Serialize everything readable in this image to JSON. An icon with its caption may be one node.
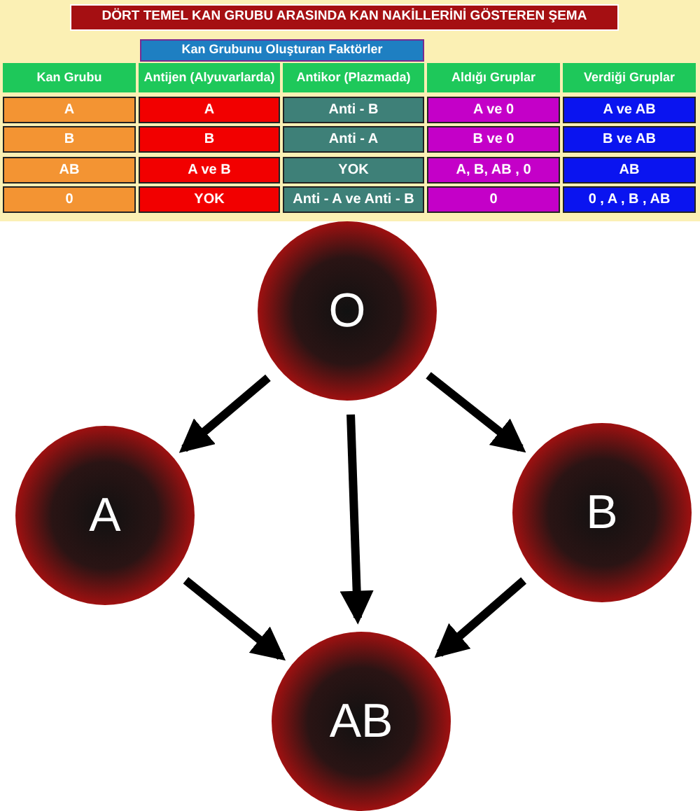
{
  "diagram": {
    "title": "DÖRT TEMEL KAN GRUBU ARASINDA KAN NAKİLLERİNİ GÖSTEREN ŞEMA",
    "nodes": [
      {
        "text": [
          "O"
        ]
      },
      {
        "text": [
          "A"
        ]
      },
      {
        "text": [
          "B"
        ]
      },
      {
        "text": [
          "AB"
        ]
      }
    ],
    "edges": [
      {
        "from": 0,
        "to": 1,
        "arrow": "to"
      },
      {
        "from": 0,
        "to": 3,
        "arrow": "to"
      },
      {
        "from": 0,
        "to": 2,
        "arrow": "to"
      },
      {
        "from": 1,
        "to": 3,
        "arrow": "to"
      },
      {
        "from": 2,
        "to": 3,
        "arrow": "to"
      }
    ],
    "labels": [
      "Kan Grubunu Oluşturan Faktörler",
      "Kan Grubu",
      "Antijen (Alyuvarlarda)",
      "Antikor (Plazmada)",
      "Aldığı Gruplar",
      "Verdiği Gruplar",
      "A",
      "A",
      "Anti - B",
      "A ve 0",
      "A ve AB",
      "B",
      "B",
      "Anti - A",
      "B ve 0",
      "B ve AB",
      "AB",
      "A ve B",
      "YOK",
      "A, B, AB , 0",
      "AB",
      "0",
      "YOK",
      "Anti - A ve Anti - B",
      "0",
      "0 , A , B , AB"
    ]
  }
}
